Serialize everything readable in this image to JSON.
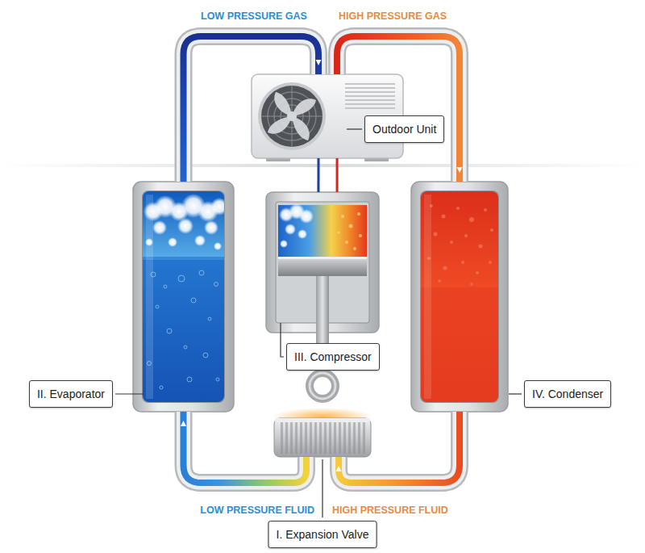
{
  "diagram": {
    "nodes": [
      {
        "text": [
          "Outdoor Unit"
        ]
      },
      {
        "text": [
          "II. Evaporator"
        ]
      },
      {
        "text": [
          "III. Compressor"
        ]
      },
      {
        "text": [
          "IV. Condenser"
        ]
      },
      {
        "text": [
          "I. Expansion Valve"
        ]
      }
    ],
    "edges": [
      {
        "from": 1,
        "to": 0,
        "arrow": "to",
        "label": "LOW PRESSURE GAS"
      },
      {
        "from": 0,
        "to": 2,
        "arrow": "none"
      },
      {
        "from": 2,
        "to": 0,
        "arrow": "none"
      },
      {
        "from": 0,
        "to": 3,
        "arrow": "to",
        "label": "HIGH PRESSURE GAS"
      },
      {
        "from": 3,
        "to": 4,
        "arrow": "to",
        "label": "HIGH PRESSURE FLUID"
      },
      {
        "from": 4,
        "to": 1,
        "arrow": "to",
        "label": "LOW PRESSURE FLUID"
      }
    ]
  }
}
